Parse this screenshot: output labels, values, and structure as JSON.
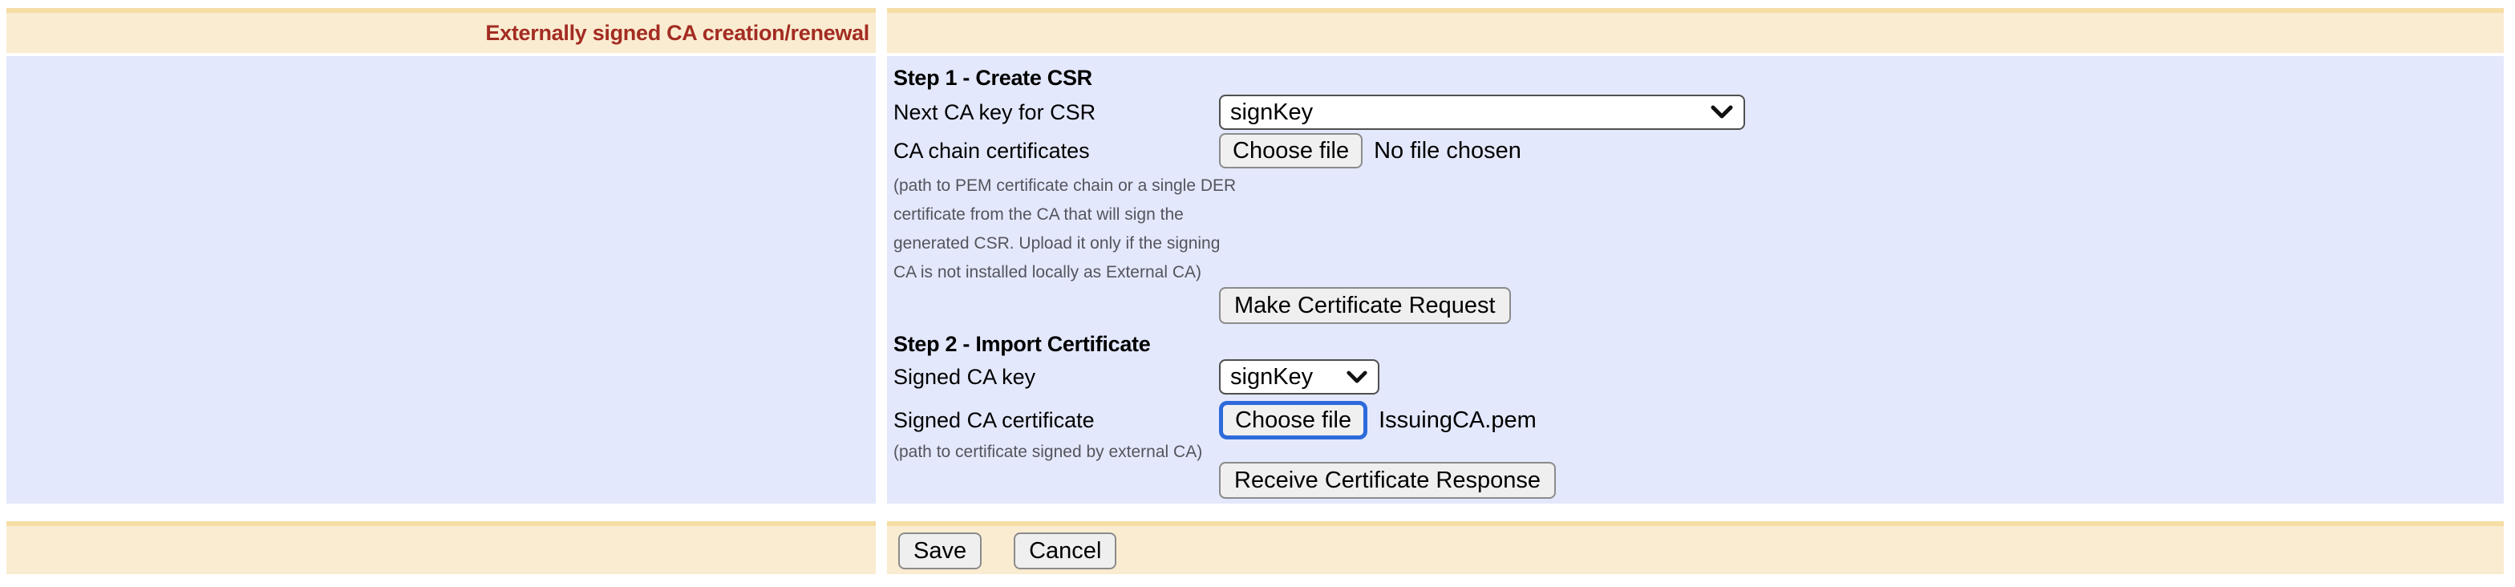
{
  "header": {
    "title": "Externally signed CA creation/renewal"
  },
  "step1": {
    "heading": "Step 1 - Create CSR",
    "next_ca_key": {
      "label": "Next CA key for CSR",
      "value": "signKey"
    },
    "ca_chain": {
      "label": "CA chain certificates",
      "button": "Choose file",
      "status": "No file chosen",
      "help_lines": [
        "(path to PEM certificate chain or a single DER",
        "certificate from the CA that will sign the",
        "generated CSR. Upload it only if the signing",
        "CA is not installed locally as External CA)"
      ]
    },
    "make_request_button": "Make Certificate Request"
  },
  "step2": {
    "heading": "Step 2 - Import Certificate",
    "signed_ca_key": {
      "label": "Signed CA key",
      "value": "signKey"
    },
    "signed_ca_cert": {
      "label": "Signed CA certificate",
      "button": "Choose file",
      "status": "IssuingCA.pem",
      "help": "(path to certificate signed by external CA)"
    },
    "receive_button": "Receive Certificate Response"
  },
  "footer": {
    "save": "Save",
    "cancel": "Cancel"
  },
  "colors": {
    "row_tan_bg": "#faecd1",
    "row_tan_border": "#f5dda4",
    "row_lavender_bg": "#e3e8fc",
    "heading_red": "#a32c22",
    "help_gray": "#54545c",
    "focus_ring": "#2e6ada"
  }
}
